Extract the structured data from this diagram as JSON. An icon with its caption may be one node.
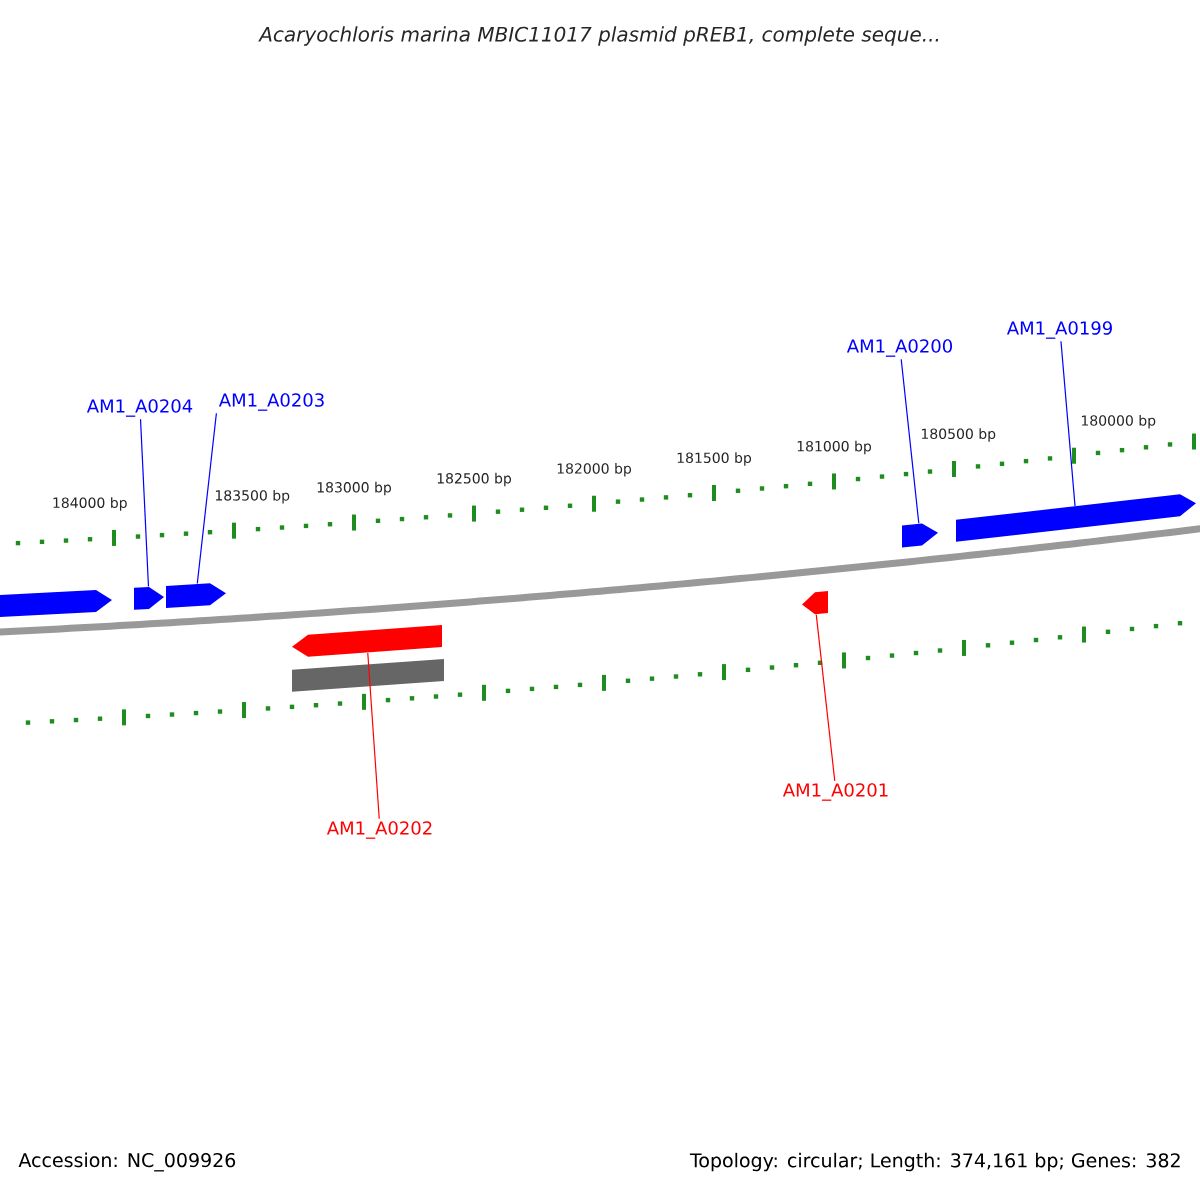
{
  "diagram": {
    "title": "Acaryochloris marina MBIC11017 plasmid pREB1, complete seque...",
    "nodes": [
      {
        "text": [
          "AM1_A0204"
        ]
      },
      {
        "text": [
          "AM1_A0203"
        ]
      },
      {
        "text": [
          "AM1_A0200"
        ]
      },
      {
        "text": [
          "AM1_A0199"
        ]
      },
      {
        "text": [
          "AM1_A0202"
        ]
      },
      {
        "text": [
          "AM1_A0201"
        ]
      },
      {
        "text": [],
        "shape": "pentagon"
      },
      {
        "text": [],
        "shape": "pentagon"
      },
      {
        "text": [],
        "shape": "pentagon"
      },
      {
        "text": [],
        "shape": "pentagon"
      },
      {
        "text": [],
        "shape": "bar"
      },
      {
        "text": [],
        "shape": "pentagon"
      },
      {
        "text": [],
        "shape": "pentagon"
      },
      {
        "text": [],
        "shape": "pentagon"
      }
    ],
    "edges": [
      {
        "from": 0,
        "to": 7,
        "arrow": "none",
        "color": "#0000ff"
      },
      {
        "from": 1,
        "to": 8,
        "arrow": "none",
        "color": "#0000ff"
      },
      {
        "from": 2,
        "to": 12,
        "arrow": "none",
        "color": "#0000ff"
      },
      {
        "from": 3,
        "to": 13,
        "arrow": "none",
        "color": "#0000ff"
      },
      {
        "from": 4,
        "to": 9,
        "arrow": "none",
        "color": "#ff0000"
      },
      {
        "from": 5,
        "to": 11,
        "arrow": "none",
        "color": "#ff0000"
      }
    ],
    "labels": [
      "184000 bp",
      "183500 bp",
      "183000 bp",
      "182500 bp",
      "182000 bp",
      "181500 bp",
      "181000 bp",
      "180500 bp",
      "180000 bp",
      "Accession: NC_009926",
      "Topology: circular; Length: 374,161 bp; Genes: 382"
    ]
  }
}
